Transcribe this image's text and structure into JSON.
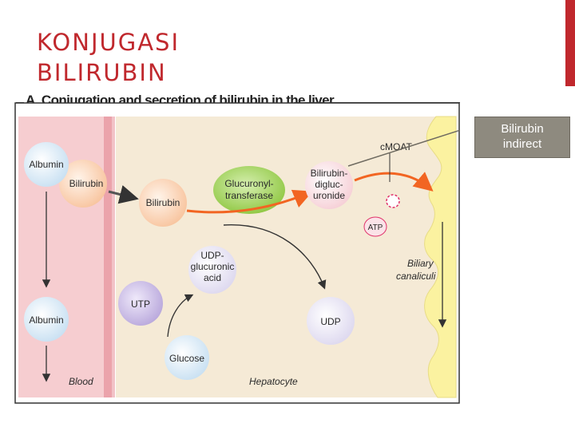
{
  "slide": {
    "title_line1": "KONJUGASI",
    "title_line2": "BILIRUBIN"
  },
  "figure": {
    "heading": "A. Conjugation and secretion of bilirubin in the liver",
    "labels": {
      "albumin_top": "Albumin",
      "bilirubin_blood": "Bilirubin",
      "albumin_bottom": "Albumin",
      "blood": "Blood",
      "bilirubin_cell": "Bilirubin",
      "enzyme_l1": "Glucuronyl-",
      "enzyme_l2": "transferase",
      "diglu_l1": "Bilirubin-",
      "diglu_l2": "digluc-",
      "diglu_l3": "uronide",
      "udpga_l1": "UDP-",
      "udpga_l2": "glucuronic",
      "udpga_l3": "acid",
      "utp": "UTP",
      "glucose": "Glucose",
      "udp": "UDP",
      "hepatocyte": "Hepatocyte",
      "cmoat": "cMOAT",
      "atp": "ATP",
      "biliary_l1": "Biliary",
      "biliary_l2": "canaliculi"
    }
  },
  "callout": {
    "line1": "Bilirubin",
    "line2": "indirect"
  },
  "colors": {
    "title_red": "#c0282d",
    "blood_pink": "#f6cdd0",
    "hepatocyte_beige": "#f5ead6",
    "canaliculus_yellow": "#fbf2a0",
    "albumin_blue": "#c8e0f2",
    "bilirubin_orange": "#f8c49e",
    "enzyme_green": "#8dc63f",
    "udp_lavender": "#ddd8ef",
    "utp_purple": "#c7b8e4",
    "arrow_orange": "#f26522",
    "callout_gray": "#8e8a7f"
  }
}
